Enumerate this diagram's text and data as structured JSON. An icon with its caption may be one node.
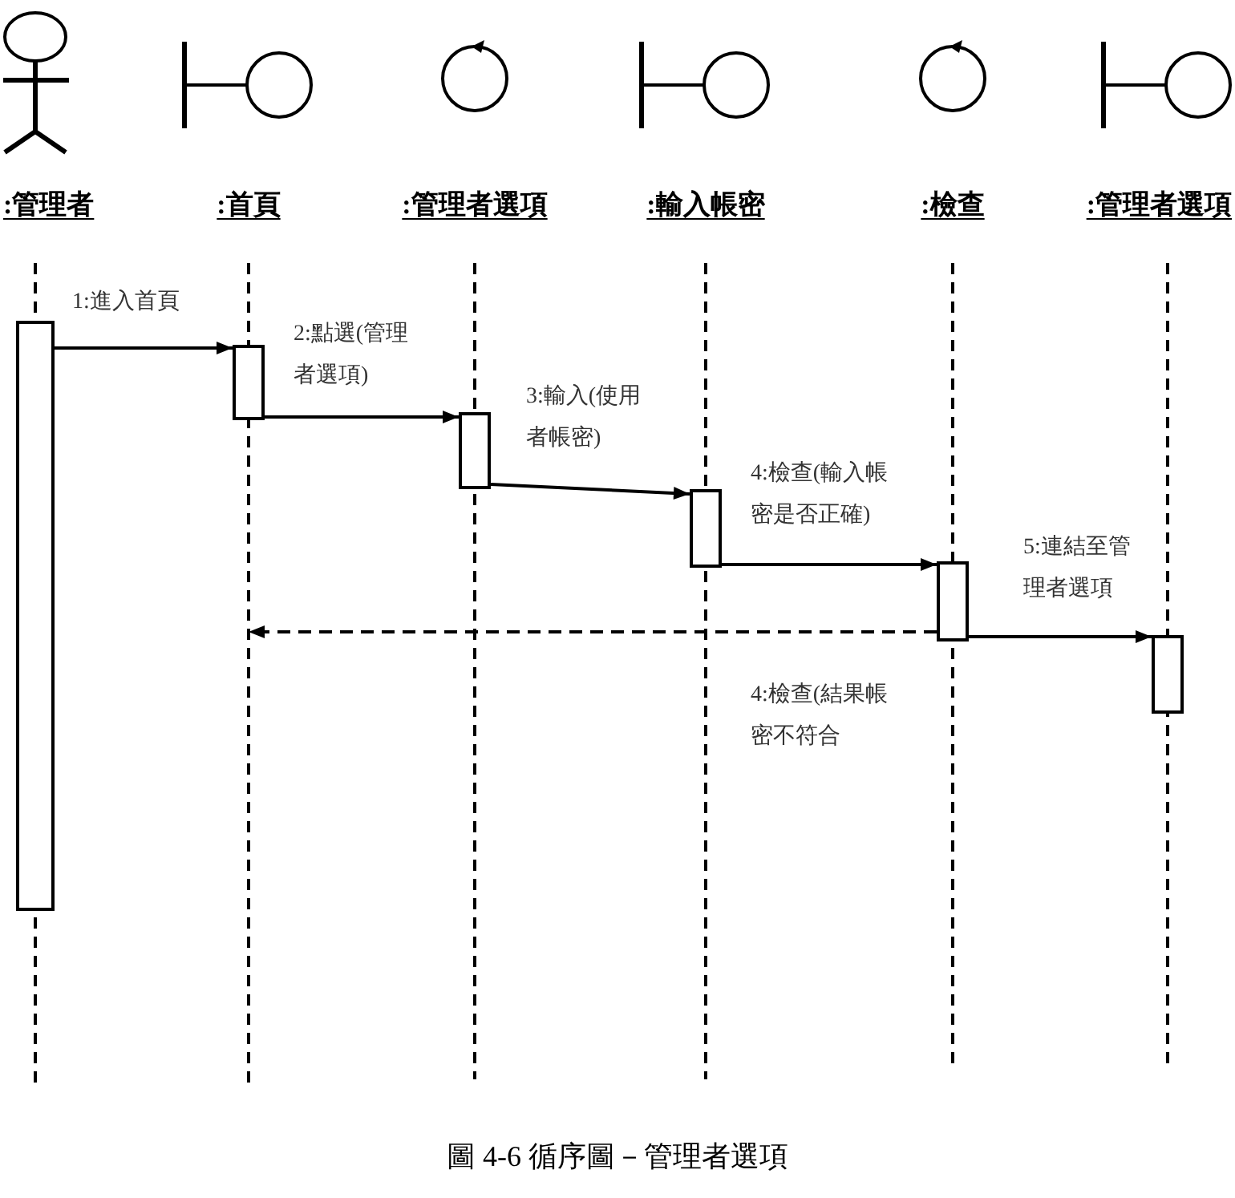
{
  "diagram": {
    "caption": "圖 4-6 循序圖－管理者選項",
    "nodes": [
      {
        "text": [
          ":管理者"
        ]
      },
      {
        "text": [
          ":首頁"
        ]
      },
      {
        "text": [
          ":管理者選項"
        ]
      },
      {
        "text": [
          ":輸入帳密"
        ]
      },
      {
        "text": [
          ":檢查"
        ]
      },
      {
        "text": [
          ":管理者選項"
        ]
      },
      {
        "text": [],
        "shape": "bar"
      },
      {
        "text": [],
        "shape": "bar"
      },
      {
        "text": [],
        "shape": "bar"
      },
      {
        "text": [],
        "shape": "bar"
      },
      {
        "text": [],
        "shape": "bar"
      },
      {
        "text": [],
        "shape": "bar"
      }
    ],
    "edges": [
      {
        "from": 6,
        "to": 7,
        "arrow": "to",
        "label": "1:進入首頁"
      },
      {
        "from": 7,
        "to": 8,
        "arrow": "to",
        "label": "2:點選(管理者選項)"
      },
      {
        "from": 8,
        "to": 9,
        "arrow": "to",
        "label": "3:輸入(使用者帳密)"
      },
      {
        "from": 9,
        "to": 10,
        "arrow": "to",
        "label": "4:檢查(輸入帳密是否正確)"
      },
      {
        "from": 10,
        "to": 11,
        "arrow": "to",
        "label": "5:連結至管理者選項"
      },
      {
        "from": 10,
        "to": null,
        "arrow": "to",
        "style": "dashed",
        "label": "4:檢查(結果帳密不符合"
      }
    ]
  }
}
